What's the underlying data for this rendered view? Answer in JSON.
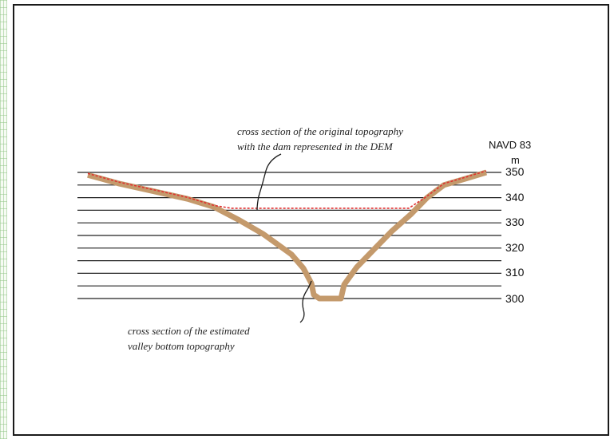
{
  "chart_data": {
    "type": "line",
    "datum": "NAVD 83",
    "unit": "m",
    "elevation_levels": [
      350,
      345,
      340,
      335,
      330,
      325,
      320,
      315,
      310,
      305,
      300
    ],
    "labeled_levels": [
      350,
      340,
      330,
      320,
      310,
      300
    ],
    "original_topography_with_dam_elevation": 335,
    "valley_bottom_elevation": 300,
    "annotations": {
      "original": [
        "cross section of the original topography",
        "with the dam represented in the DEM"
      ],
      "estimated": [
        "cross section of the estimated",
        "valley bottom topography"
      ]
    },
    "colors": {
      "estimated_profile": "#c49a6c",
      "original_profile": "#e03030",
      "contour_lines": "#222222"
    }
  }
}
